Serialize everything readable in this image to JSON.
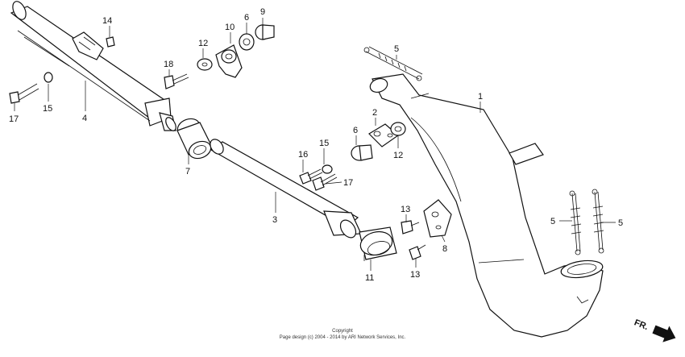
{
  "callouts": [
    {
      "text": "14"
    },
    {
      "text": "10"
    },
    {
      "text": "6"
    },
    {
      "text": "9"
    },
    {
      "text": "12"
    },
    {
      "text": "18"
    },
    {
      "text": "17"
    },
    {
      "text": "15"
    },
    {
      "text": "4"
    },
    {
      "text": "7"
    },
    {
      "text": "5"
    },
    {
      "text": "1"
    },
    {
      "text": "2"
    },
    {
      "text": "6"
    },
    {
      "text": "12"
    },
    {
      "text": "15"
    },
    {
      "text": "16"
    },
    {
      "text": "17"
    },
    {
      "text": "3"
    },
    {
      "text": "13"
    },
    {
      "text": "8"
    },
    {
      "text": "13"
    },
    {
      "text": "11"
    },
    {
      "text": "5"
    },
    {
      "text": "5"
    }
  ],
  "copyright": {
    "line1": "Copyright",
    "line2": "Page design (c) 2004 - 2014 by ARI Network Services, Inc."
  },
  "direction_label": "FR."
}
